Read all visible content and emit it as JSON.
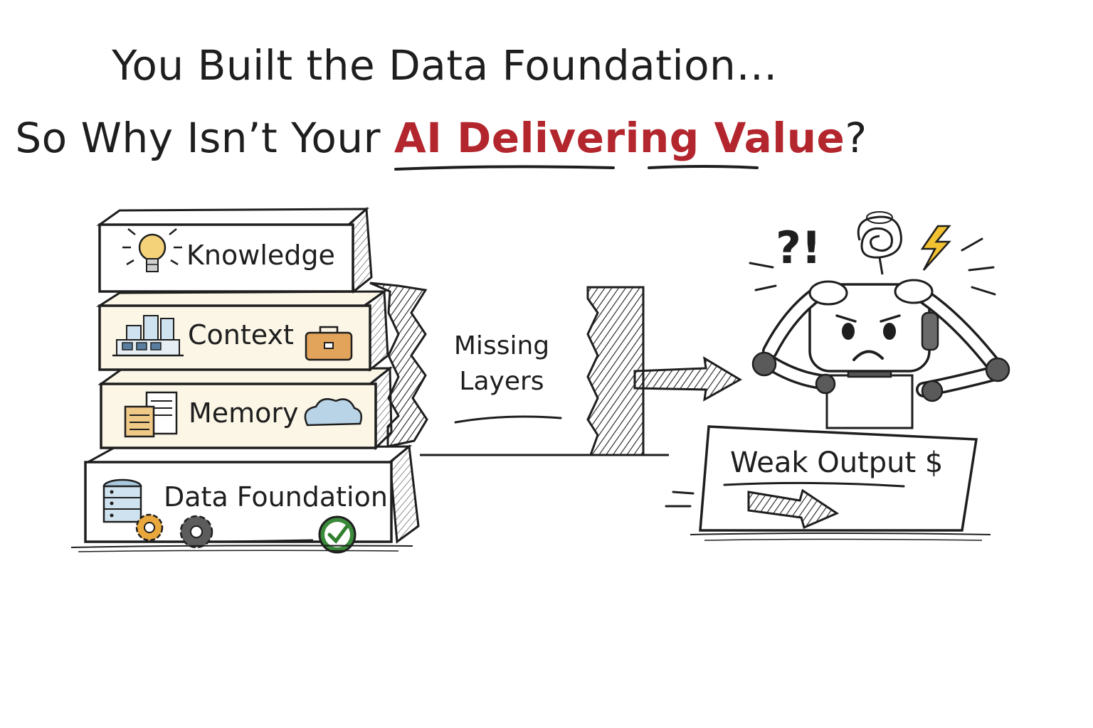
{
  "title": {
    "line1": "You Built the Data Foundation…",
    "line2_prefix": "So Why Isn’t Your",
    "line2_accent": "AI Delivering Value",
    "line2_suffix": "?"
  },
  "layers": [
    {
      "label": "Knowledge",
      "icon": "lightbulb-icon"
    },
    {
      "label": "Context",
      "icon": "building-icon"
    },
    {
      "label": "Memory",
      "icon": "documents-icon"
    },
    {
      "label": "Data Foundation",
      "icon": "database-icon"
    }
  ],
  "gap": {
    "line1": "Missing",
    "line2": "Layers"
  },
  "robot": {
    "exclaim": "?!"
  },
  "output": {
    "label": "Weak Output $"
  },
  "colors": {
    "accent": "#b3262d",
    "block_fill": "#fbf6e6",
    "ink": "#1e1e1e"
  }
}
